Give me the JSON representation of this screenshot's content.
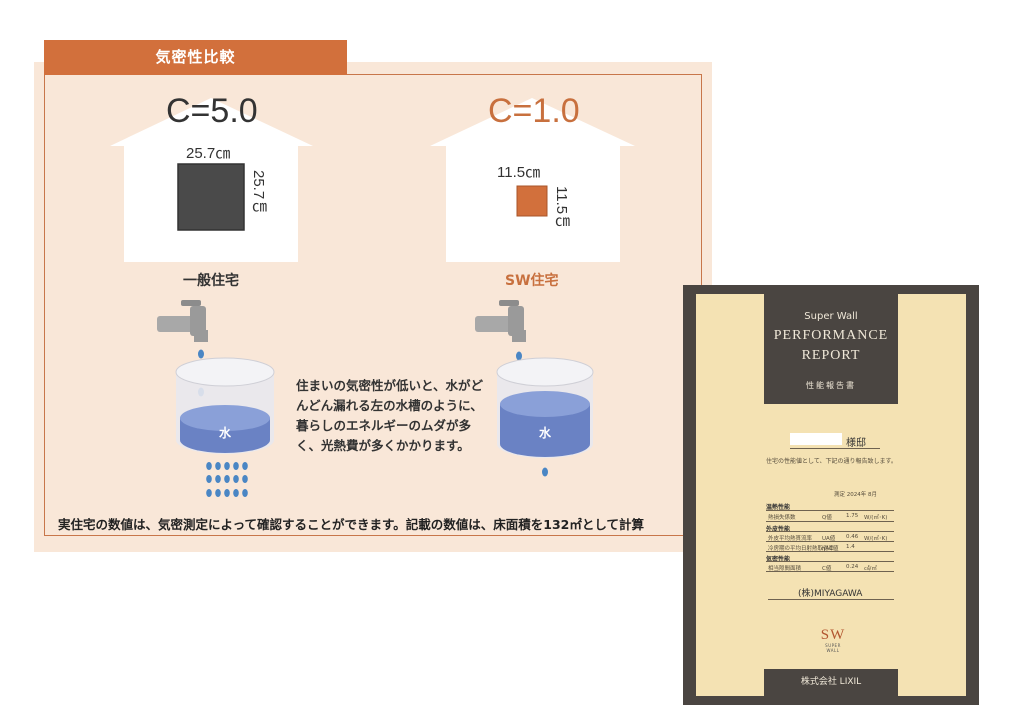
{
  "tab_title": "気密性比較",
  "left_house": {
    "c_value": "C=5.0",
    "width_label": "25.7㎝",
    "height_label": "25.7㎝",
    "name": "一般住宅",
    "square_color": "#4a4a4a"
  },
  "right_house": {
    "c_value": "C=1.0",
    "width_label": "11.5㎝",
    "height_label": "11.5㎝",
    "name": "SW住宅",
    "square_color": "#d2703c"
  },
  "water_label": "水",
  "description": "住まいの気密性が低いと、水がどんどん漏れる左の水槽のように、暮らしのエネルギーのムダが多く、光熱費が多くかかります。",
  "footnote": "実住宅の数値は、気密測定によって確認することができます。記載の数値は、床面積を132㎡として計算",
  "report": {
    "subtitle": "Super Wall",
    "title_line1": "PERFORMANCE",
    "title_line2": "REPORT",
    "title_jp": "性能報告書",
    "addressee_suffix": "様邸",
    "intro": "住宅の性能値として、下記の通り報告致します。",
    "date": "測定 2024年 8月",
    "section1": "温熱性能",
    "row1_label": "熱損失係数",
    "row1_key": "Q値",
    "row1_value": "1.75",
    "row1_unit": "W/(㎡･K)",
    "section2": "外皮性能",
    "row2_label": "外皮平均熱貫流率",
    "row2_key": "UA値",
    "row2_value": "0.46",
    "row2_unit": "W/(㎡･K)",
    "row3_label": "冷房期の平均日射熱取得率",
    "row3_key": "ηAC値",
    "row3_value": "1.4",
    "section3": "気密性能",
    "row4_label": "相当隙間面積",
    "row4_key": "C値",
    "row4_value": "0.24",
    "row4_unit": "㎠/㎡",
    "company": "(株)MIYAGAWA",
    "logo": "SW",
    "logo_sub": "SUPER WALL",
    "footer_company": "株式会社 LIXIL"
  }
}
